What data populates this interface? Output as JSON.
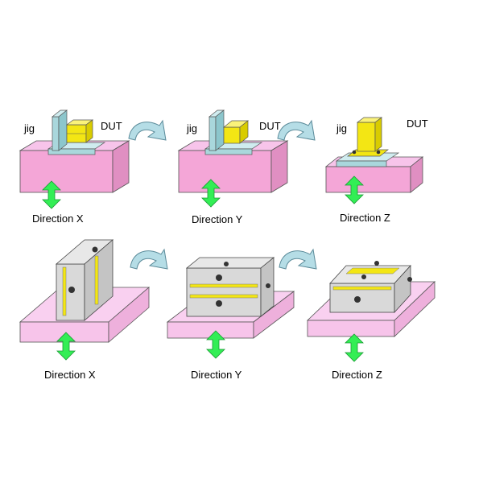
{
  "top_row": {
    "panels": [
      {
        "jig_label": "jig",
        "dut_label": "DUT",
        "direction": "Direction X"
      },
      {
        "jig_label": "jig",
        "dut_label": "DUT",
        "direction": "Direction Y"
      },
      {
        "jig_label": "jig",
        "dut_label": "DUT",
        "direction": "Direction Z"
      }
    ]
  },
  "bottom_row": {
    "panels": [
      {
        "direction": "Direction X"
      },
      {
        "direction": "Direction Y"
      },
      {
        "direction": "Direction Z"
      }
    ]
  },
  "colors": {
    "table_pink": "#f4a6d7",
    "table_pink_light": "#f7c4ea",
    "plate_blue": "#a9d7dc",
    "dut_yellow": "#f3e614",
    "arrow_green": "#33ee55",
    "curve_arrow": "#b5dde6",
    "fixture_gray": "#d9d9d9"
  }
}
